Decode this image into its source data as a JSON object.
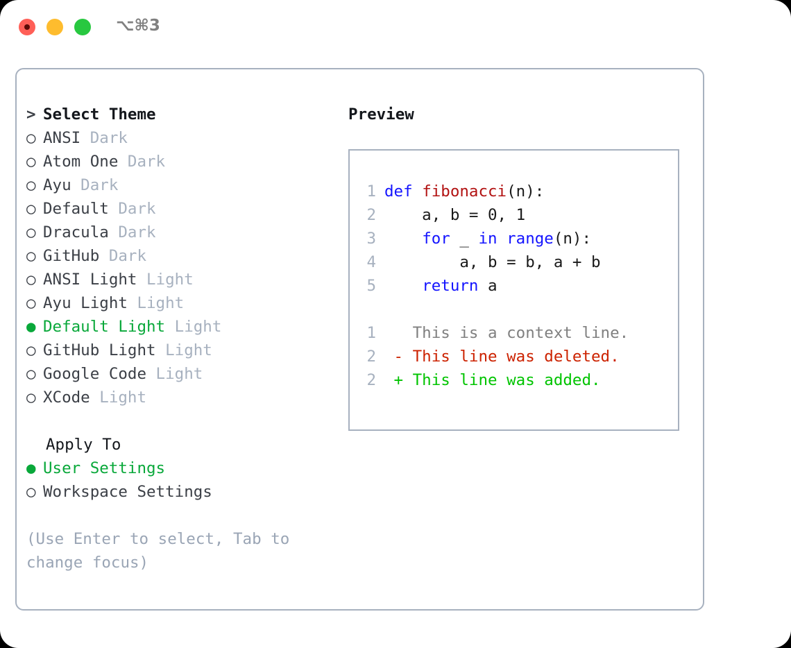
{
  "titlebar": {
    "shortcut": "⌥⌘3",
    "buttons": [
      {
        "name": "close",
        "color": "#ff5f57"
      },
      {
        "name": "minimize",
        "color": "#febc2e"
      },
      {
        "name": "maximize",
        "color": "#28c840"
      }
    ]
  },
  "theme_selector": {
    "prompt_marker": ">",
    "prompt_label": "Select Theme",
    "bullet_unselected": "○",
    "bullet_selected": "●",
    "accent_color": "#09a83a",
    "items": [
      {
        "name": "ANSI",
        "suffix": "Dark",
        "selected": false
      },
      {
        "name": "Atom One",
        "suffix": "Dark",
        "selected": false
      },
      {
        "name": "Ayu",
        "suffix": "Dark",
        "selected": false
      },
      {
        "name": "Default",
        "suffix": "Dark",
        "selected": false
      },
      {
        "name": "Dracula",
        "suffix": "Dark",
        "selected": false
      },
      {
        "name": "GitHub",
        "suffix": "Dark",
        "selected": false
      },
      {
        "name": "ANSI Light",
        "suffix": "Light",
        "selected": false
      },
      {
        "name": "Ayu Light",
        "suffix": "Light",
        "selected": false
      },
      {
        "name": "Default Light",
        "suffix": "Light",
        "selected": true
      },
      {
        "name": "GitHub Light",
        "suffix": "Light",
        "selected": false
      },
      {
        "name": "Google Code",
        "suffix": "Light",
        "selected": false
      },
      {
        "name": "XCode",
        "suffix": "Light",
        "selected": false
      }
    ]
  },
  "apply_to": {
    "heading": "Apply To",
    "items": [
      {
        "name": "User Settings",
        "selected": true
      },
      {
        "name": "Workspace Settings",
        "selected": false
      }
    ]
  },
  "hint": "(Use Enter to select, Tab to change focus)",
  "preview": {
    "title": "Preview",
    "code_lines": [
      {
        "num": "1",
        "tokens": [
          {
            "t": "def ",
            "c": "kw"
          },
          {
            "t": "fibonacci",
            "c": "fn"
          },
          {
            "t": "(n):",
            "c": "pl"
          }
        ]
      },
      {
        "num": "2",
        "tokens": [
          {
            "t": "    a, b = 0, 1",
            "c": "pl"
          }
        ]
      },
      {
        "num": "3",
        "tokens": [
          {
            "t": "    ",
            "c": "pl"
          },
          {
            "t": "for",
            "c": "kw"
          },
          {
            "t": " _ ",
            "c": "pl"
          },
          {
            "t": "in",
            "c": "kw"
          },
          {
            "t": " ",
            "c": "pl"
          },
          {
            "t": "range",
            "c": "kw"
          },
          {
            "t": "(n):",
            "c": "pl"
          }
        ]
      },
      {
        "num": "4",
        "tokens": [
          {
            "t": "        a, b = b, a + b",
            "c": "pl"
          }
        ]
      },
      {
        "num": "5",
        "tokens": [
          {
            "t": "    ",
            "c": "pl"
          },
          {
            "t": "return",
            "c": "kw"
          },
          {
            "t": " a",
            "c": "pl"
          }
        ]
      }
    ],
    "diff_lines": [
      {
        "num": "1",
        "marker": " ",
        "text": "This is a context line.",
        "kind": "ctx"
      },
      {
        "num": "2",
        "marker": "-",
        "text": "This line was deleted.",
        "kind": "del"
      },
      {
        "num": "2",
        "marker": "+",
        "text": "This line was added.",
        "kind": "add"
      }
    ]
  }
}
